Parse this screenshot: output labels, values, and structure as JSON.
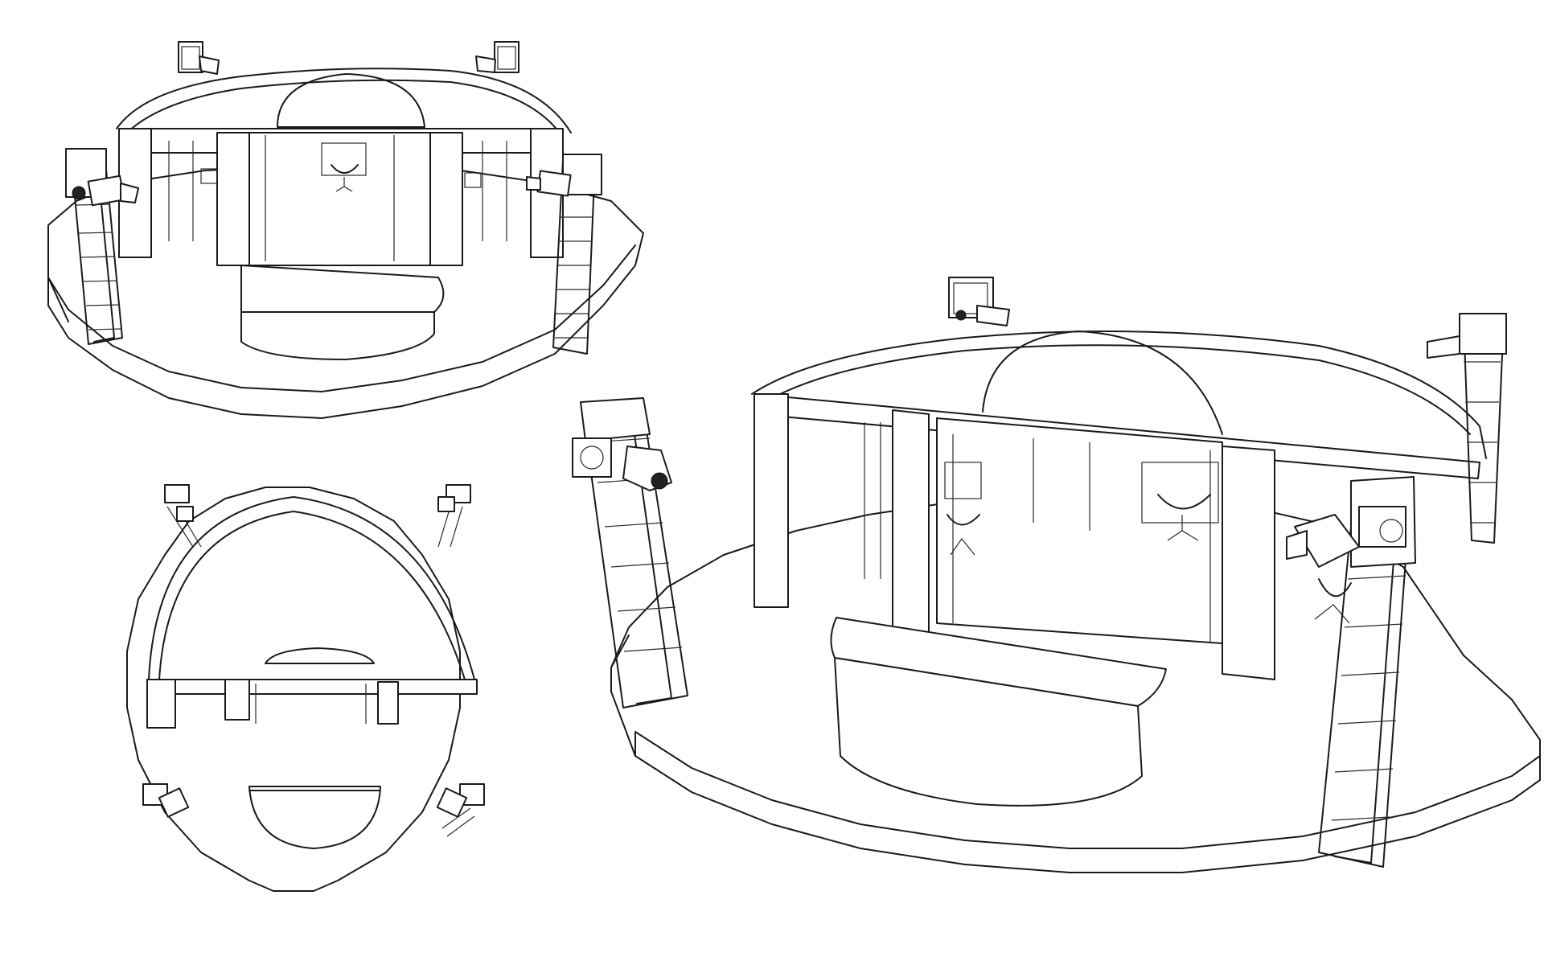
{
  "image": {
    "kind": "line-art stage set drawing",
    "views": [
      {
        "id": "view-top-left",
        "label": ""
      },
      {
        "id": "view-bottom-left",
        "label": ""
      },
      {
        "id": "view-right",
        "label": ""
      }
    ],
    "stroke_color": "#1a1a1a",
    "background_color": "#ffffff"
  }
}
